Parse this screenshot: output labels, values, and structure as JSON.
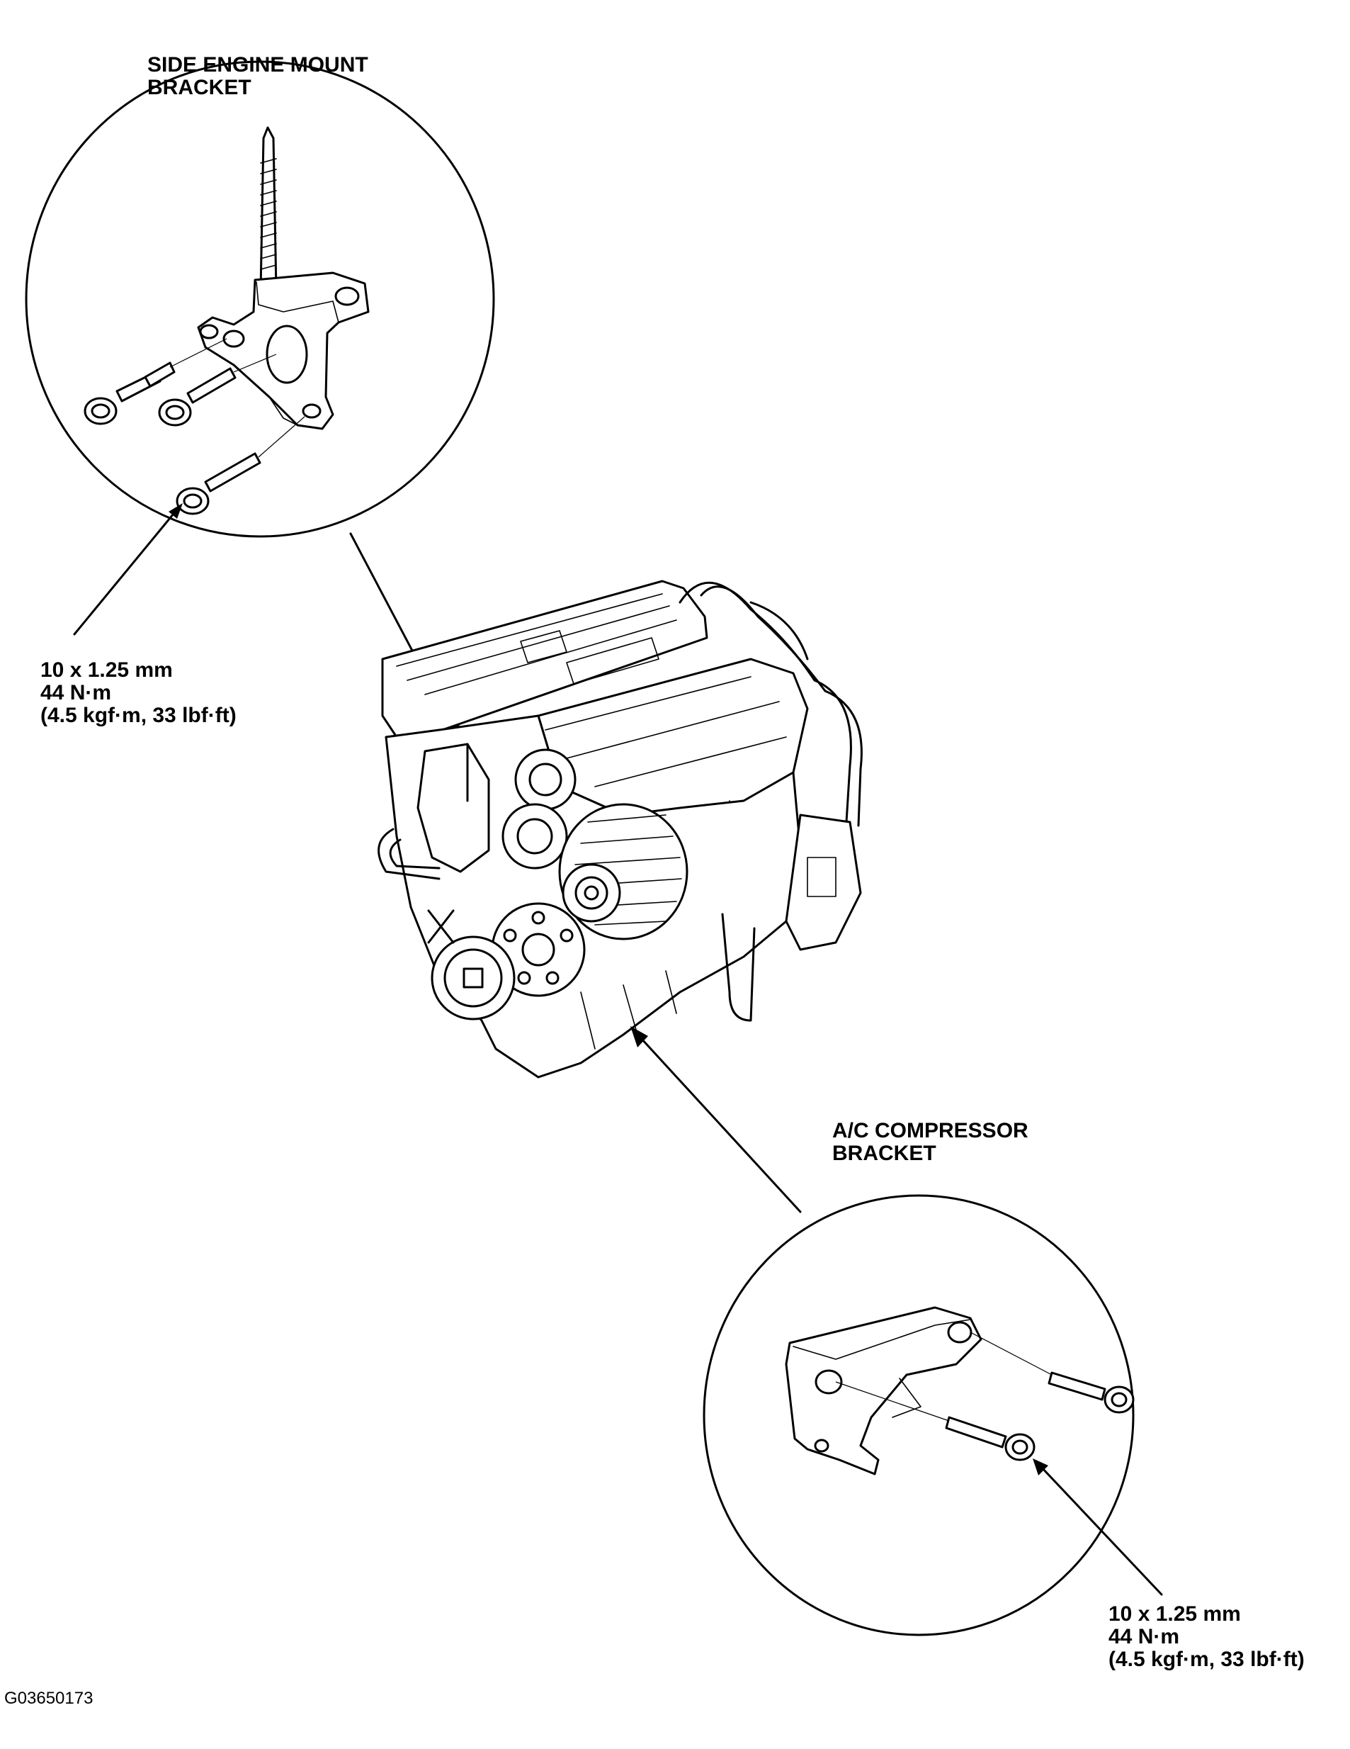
{
  "callouts": {
    "side_mount": {
      "title_lines": [
        "SIDE ENGINE MOUNT",
        "BRACKET"
      ],
      "spec_lines": [
        "10 x 1.25 mm",
        "44 N·m",
        "(4.5 kgf·m, 33 lbf·ft)"
      ]
    },
    "ac_compressor": {
      "title_lines": [
        "A/C COMPRESSOR",
        "BRACKET"
      ],
      "spec_lines": [
        "10 x 1.25 mm",
        "44 N·m",
        "(4.5 kgf·m, 33 lbf·ft)"
      ]
    }
  },
  "figure_id": "G03650173",
  "colors": {
    "ink": "#000000",
    "paper": "#ffffff"
  }
}
